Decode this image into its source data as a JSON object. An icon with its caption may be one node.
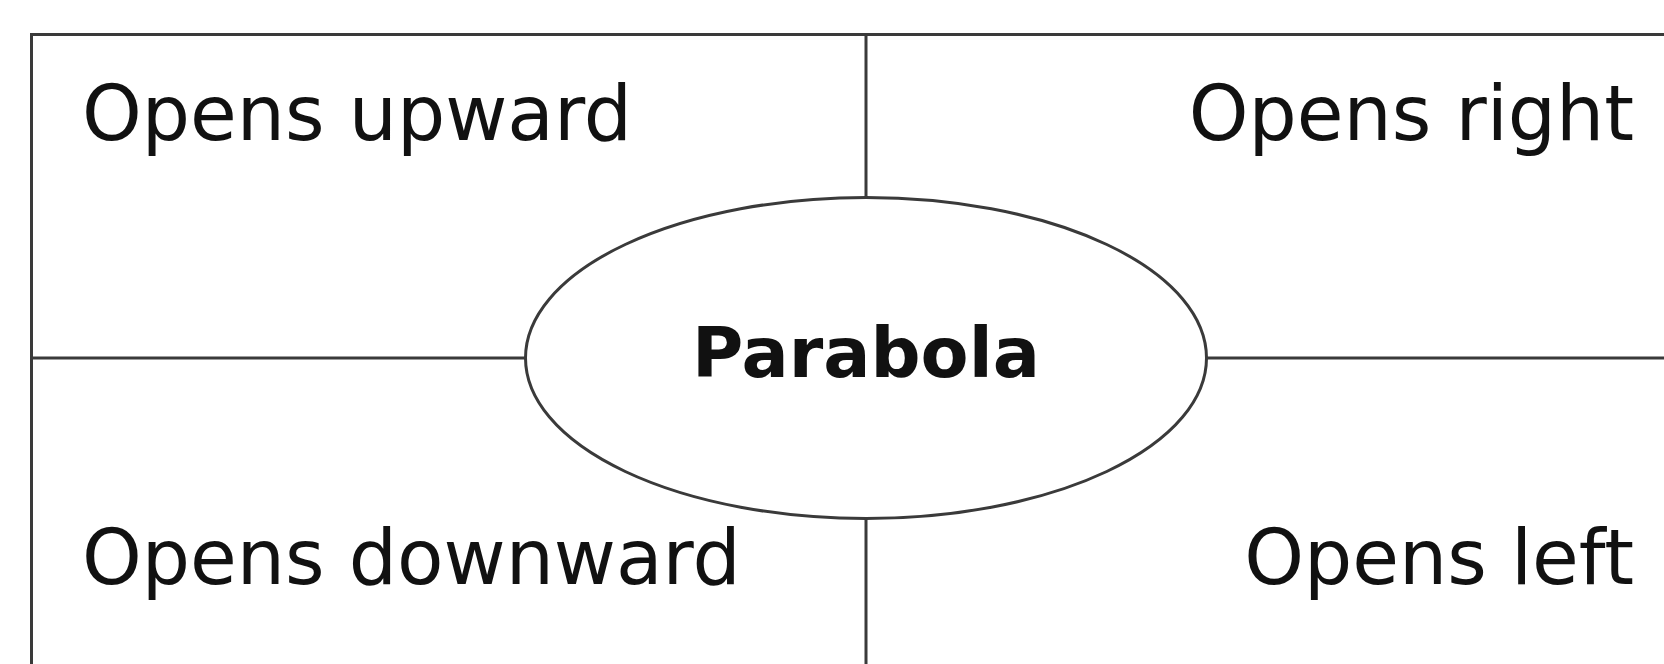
{
  "diagram": {
    "nodes": [
      {
        "text": [
          "Parabola"
        ]
      }
    ],
    "labels": [
      "Opens upward",
      "Opens right",
      "Opens downward",
      "Opens left"
    ]
  }
}
